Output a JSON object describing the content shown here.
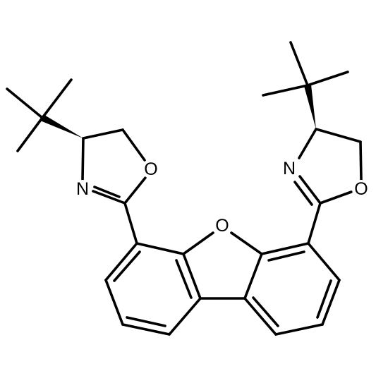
{
  "atom_labels": {
    "o_left_oxazoline": "O",
    "n_left_oxazoline": "N",
    "o_furan": "O",
    "n_right_oxazoline": "N",
    "o_right_oxazoline": "O"
  },
  "colors": {
    "bond": "#000000",
    "background": "#ffffff"
  }
}
